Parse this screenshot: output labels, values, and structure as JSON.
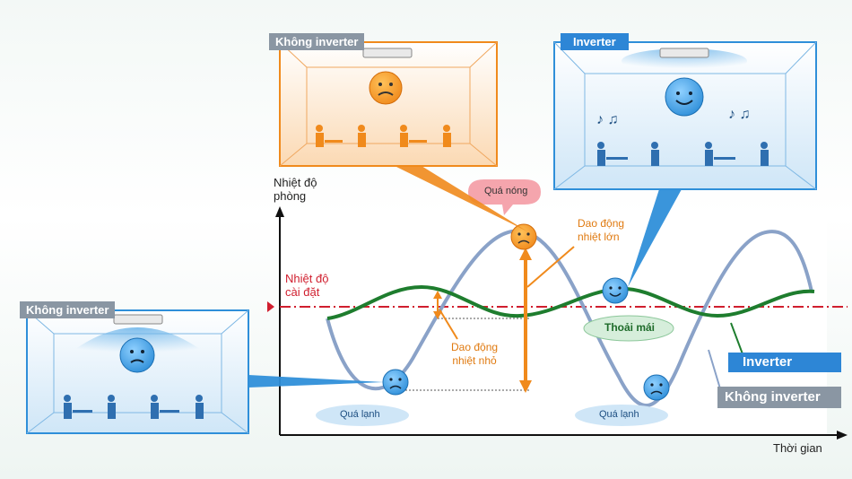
{
  "axis": {
    "y_label_line1": "Nhiệt độ",
    "y_label_line2": "phòng",
    "x_label": "Thời gian"
  },
  "setpoint": {
    "line1": "Nhiệt độ",
    "line2": "cài đặt"
  },
  "rooms": {
    "top_left_tag": "Không inverter",
    "top_right_tag": "Inverter",
    "left_tag": "Không inverter"
  },
  "callouts": {
    "too_hot": "Quá nóng",
    "large_fluct_line1": "Dao động",
    "large_fluct_line2": "nhiệt lớn",
    "small_fluct_line1": "Dao động",
    "small_fluct_line2": "nhiệt nhỏ",
    "comfortable": "Thoải mái",
    "too_cold_1": "Quá lạnh",
    "too_cold_2": "Quá lạnh"
  },
  "legend": {
    "inverter": "Inverter",
    "non_inverter": "Không inverter"
  },
  "colors": {
    "inverter_curve": "#1e7d2e",
    "non_inverter_curve": "#8aa2c8",
    "setpoint_line": "#d01e2e",
    "orange": "#f08a1c",
    "blue": "#2f8fd9",
    "legend_inverter_bg": "#2d86d6",
    "legend_non_inverter_bg": "#8a96a3"
  }
}
